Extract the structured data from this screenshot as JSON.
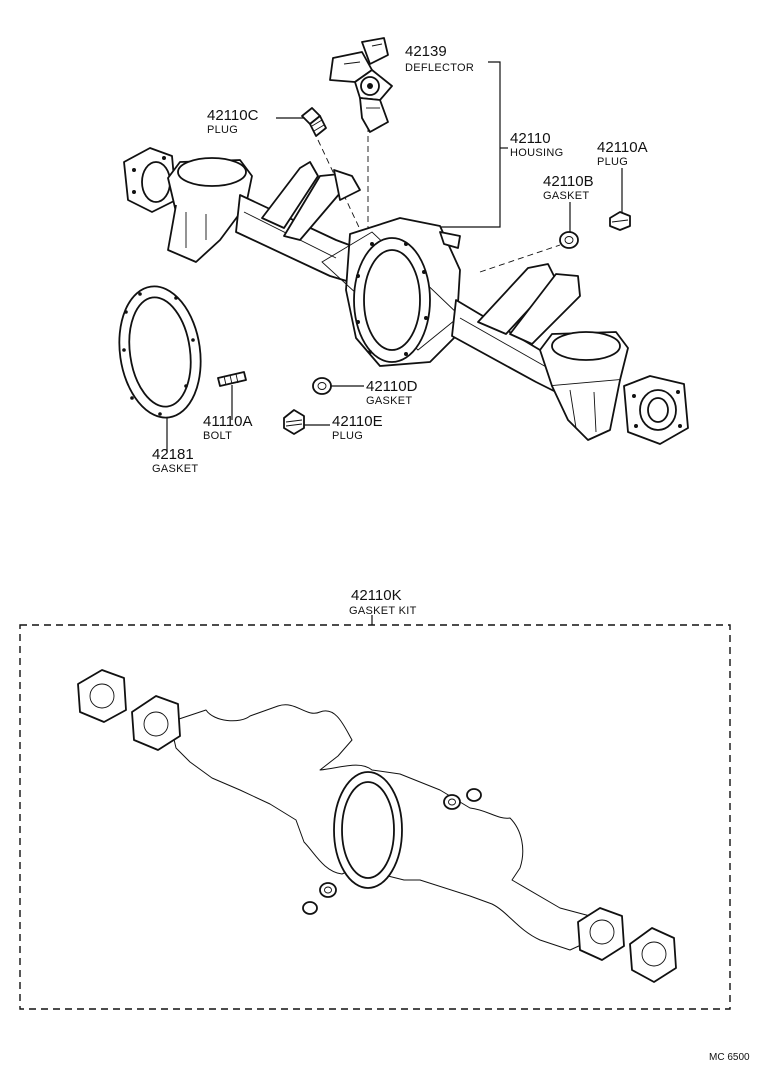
{
  "parts": {
    "deflector": {
      "number": "42139",
      "name": "DEFLECTOR"
    },
    "plug_c": {
      "number": "42110C",
      "name": "PLUG"
    },
    "housing": {
      "number": "42110",
      "name": "HOUSING"
    },
    "plug_a": {
      "number": "42110A",
      "name": "PLUG"
    },
    "gasket_b": {
      "number": "42110B",
      "name": "GASKET"
    },
    "gasket_d": {
      "number": "42110D",
      "name": "GASKET"
    },
    "bolt": {
      "number": "41110A",
      "name": "BOLT"
    },
    "plug_e": {
      "number": "42110E",
      "name": "PLUG"
    },
    "gasket_main": {
      "number": "42181",
      "name": "GASKET"
    },
    "gasket_kit": {
      "number": "42110K",
      "name": "GASKET KIT"
    }
  },
  "diagram_code": "MC 6500"
}
